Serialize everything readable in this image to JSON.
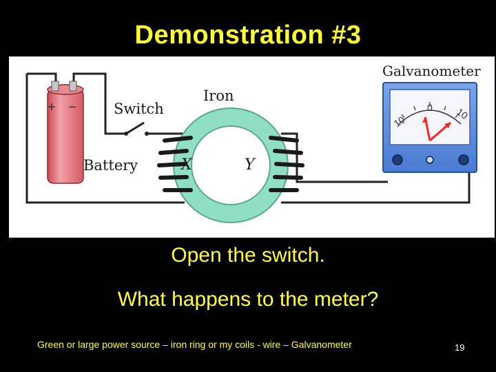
{
  "slide": {
    "title": "Demonstration #3",
    "instruction": "Open the switch.",
    "question": "What happens to the meter?",
    "footnote": "Green or large power source – iron ring or my coils - wire – Galvanometer",
    "page_number": "19"
  },
  "diagram": {
    "labels": {
      "switch": "Switch",
      "iron": "Iron",
      "battery": "Battery",
      "coil_x": "X",
      "coil_y": "Y",
      "galvanometer": "Galvanometer",
      "plus": "+",
      "minus": "−",
      "scale_left": "10",
      "scale_zero": "0",
      "scale_right": "10"
    },
    "colors": {
      "title_text": "#ffff33",
      "battery": "#e8707a",
      "iron_ring": "#7fd6b4",
      "meter_body": "#5b8ee0",
      "pointer": "#ff2020"
    }
  }
}
